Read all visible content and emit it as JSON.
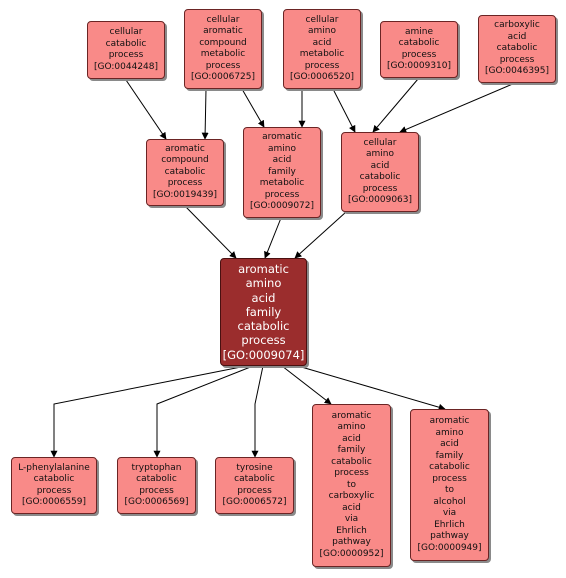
{
  "nodes": {
    "n44248": {
      "label": "cellular\ncatabolic\nprocess\n[GO:0044248]"
    },
    "n6725": {
      "label": "cellular\naromatic\ncompound\nmetabolic\nprocess\n[GO:0006725]"
    },
    "n6520": {
      "label": "cellular\namino\nacid\nmetabolic\nprocess\n[GO:0006520]"
    },
    "n9310": {
      "label": "amine\ncatabolic\nprocess\n[GO:0009310]"
    },
    "n46395": {
      "label": "carboxylic\nacid\ncatabolic\nprocess\n[GO:0046395]"
    },
    "n19439": {
      "label": "aromatic\ncompound\ncatabolic\nprocess\n[GO:0019439]"
    },
    "n9072": {
      "label": "aromatic\namino\nacid\nfamily\nmetabolic\nprocess\n[GO:0009072]"
    },
    "n9063": {
      "label": "cellular\namino\nacid\ncatabolic\nprocess\n[GO:0009063]"
    },
    "n9074": {
      "label": "aromatic\namino\nacid\nfamily\ncatabolic\nprocess\n[GO:0009074]"
    },
    "n6559": {
      "label": "L-phenylalanine\ncatabolic\nprocess\n[GO:0006559]"
    },
    "n6569": {
      "label": "tryptophan\ncatabolic\nprocess\n[GO:0006569]"
    },
    "n6572": {
      "label": "tyrosine\ncatabolic\nprocess\n[GO:0006572]"
    },
    "n952": {
      "label": "aromatic\namino\nacid\nfamily\ncatabolic\nprocess\nto\ncarboxylic\nacid\nvia\nEhrlich\npathway\n[GO:0000952]"
    },
    "n949": {
      "label": "aromatic\namino\nacid\nfamily\ncatabolic\nprocess\nto\nalcohol\nvia\nEhrlich\npathway\n[GO:0000949]"
    }
  },
  "colors": {
    "node_fill": "#f98a88",
    "central_fill": "#9b2d2d",
    "border": "#6b2424",
    "edge": "#000000"
  }
}
